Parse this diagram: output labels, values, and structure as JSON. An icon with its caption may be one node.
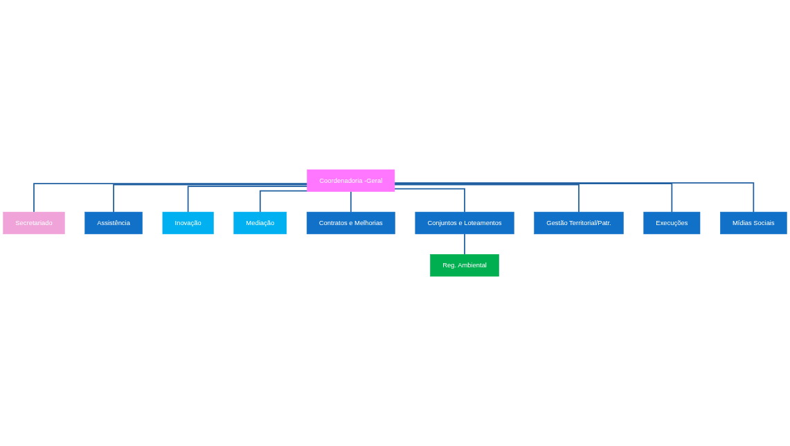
{
  "diagram": {
    "nodes": [
      {
        "text": [
          "Coordenadoria -Geral"
        ]
      },
      {
        "text": [
          "Secretariado"
        ]
      },
      {
        "text": [
          "Assistência"
        ]
      },
      {
        "text": [
          "Inovação"
        ]
      },
      {
        "text": [
          "Mediação"
        ]
      },
      {
        "text": [
          "Contratos e Melhorias"
        ]
      },
      {
        "text": [
          "Conjuntos e Loteamentos"
        ]
      },
      {
        "text": [
          "Gestão Territorial/Patr."
        ]
      },
      {
        "text": [
          "Execuções"
        ]
      },
      {
        "text": [
          "Mídias Sociais"
        ]
      },
      {
        "text": [
          "Reg. Ambiental"
        ]
      }
    ],
    "edges": [
      {
        "from": 0,
        "to": 1,
        "arrow": "none"
      },
      {
        "from": 0,
        "to": 2,
        "arrow": "none"
      },
      {
        "from": 0,
        "to": 3,
        "arrow": "none"
      },
      {
        "from": 0,
        "to": 4,
        "arrow": "none"
      },
      {
        "from": 0,
        "to": 5,
        "arrow": "none"
      },
      {
        "from": 0,
        "to": 6,
        "arrow": "none"
      },
      {
        "from": 0,
        "to": 7,
        "arrow": "none"
      },
      {
        "from": 0,
        "to": 8,
        "arrow": "none"
      },
      {
        "from": 0,
        "to": 9,
        "arrow": "none"
      },
      {
        "from": 6,
        "to": 10,
        "arrow": "none"
      }
    ]
  }
}
